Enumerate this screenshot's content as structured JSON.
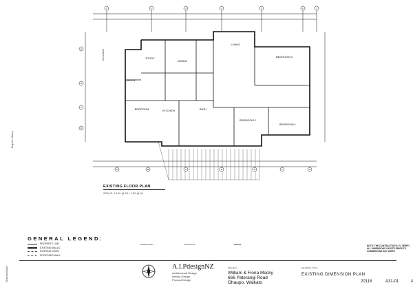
{
  "plan": {
    "title": "EXISTING FLOOR PLAN",
    "scale": "SCALE: 1:100 @ A3 / 1:50 @ A1",
    "rooms": {
      "living": "LIVING",
      "dining": "DINING",
      "study": "STUDY",
      "kitchen": "KITCHEN",
      "bedroom_2": "BEDROOM 2",
      "bedroom_3": "BEDROOM 3",
      "bedroom_1": "BEDROOM 1",
      "bedroom_4": "BEDROOM",
      "entry": "ENTRY",
      "bath": "BATH"
    },
    "grid_top": [
      "1",
      "2",
      "3",
      "4",
      "5",
      "6",
      "7"
    ],
    "grid_bottom": [
      "A",
      "B",
      "C",
      "D",
      "E",
      "F",
      "G"
    ],
    "grid_side": [
      "A",
      "B",
      "C",
      "D"
    ]
  },
  "legend": {
    "title": "GENERAL LEGEND:",
    "items": [
      "PROPERTY LINE",
      "EXISTING WALLS",
      "EXISTING DOOR",
      "PROPOSED WALL"
    ]
  },
  "side_labels": [
    "Consultant",
    "Engineer Stamp",
    "Drawing Status"
  ],
  "window_key": "WINDOW KEY",
  "door_key": "DOOR KEY",
  "notes_label": "NOTES",
  "brand": {
    "name": "A.I.PdesignNZ",
    "lines": [
      "Architectural Design",
      "Interior Design",
      "Product Design"
    ]
  },
  "client": {
    "label": "PROJECT",
    "lines": [
      "William & Fiona Macky",
      "666 Paterangi Road",
      "Ohaupo, Waikato"
    ]
  },
  "drawing": {
    "label": "DRAWING TITLE",
    "title": "EXISTING DIMENSION PLAN"
  },
  "numbers": {
    "project": "20118",
    "sheet": "A31-01",
    "revision": "A"
  },
  "right_note": "NOTE: THE CONTRACTOR IS TO VERIFY ALL DIMENSIONS ON SITE PRIOR TO COMMENCING ANY WORK"
}
